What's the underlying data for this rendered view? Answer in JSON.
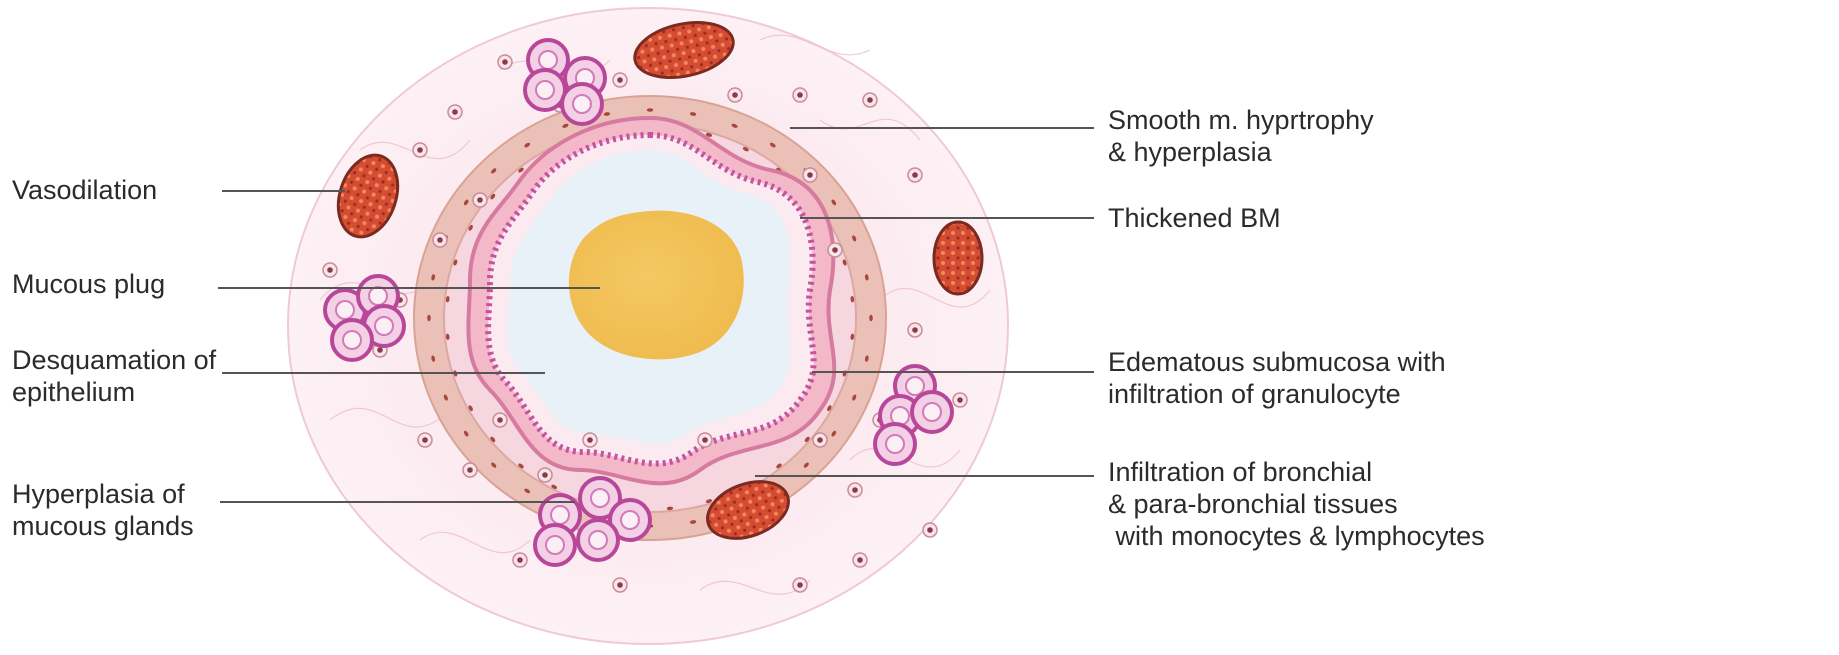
{
  "labels_left": {
    "vasodilation": "Vasodilation",
    "mucous_plug": "Mucous plug",
    "desquamation": "Desquamation of\nepithelium",
    "hyperplasia_glands": "Hyperplasia of\nmucous glands"
  },
  "labels_right": {
    "smooth_muscle": "Smooth m. hyprtrophy\n& hyperplasia",
    "thickened_bm": "Thickened BM",
    "edematous": "Edematous submucosa with\ninfiltration of granulocyte",
    "infiltration": "Infiltration of bronchial\n& para-bronchial tissues\n with monocytes & lymphocytes"
  },
  "colors": {
    "outer_tissue": "#fbe9ef",
    "muscle_layer": "#ebc0b6",
    "submucosa": "#f6d7df",
    "epithelium": "#d86aa6",
    "lumen": "#e9f1f8",
    "mucus_plug": "#f2c55e",
    "vessel": "#d8543a",
    "gland": "#c95aa8",
    "leader_line": "#555555"
  }
}
